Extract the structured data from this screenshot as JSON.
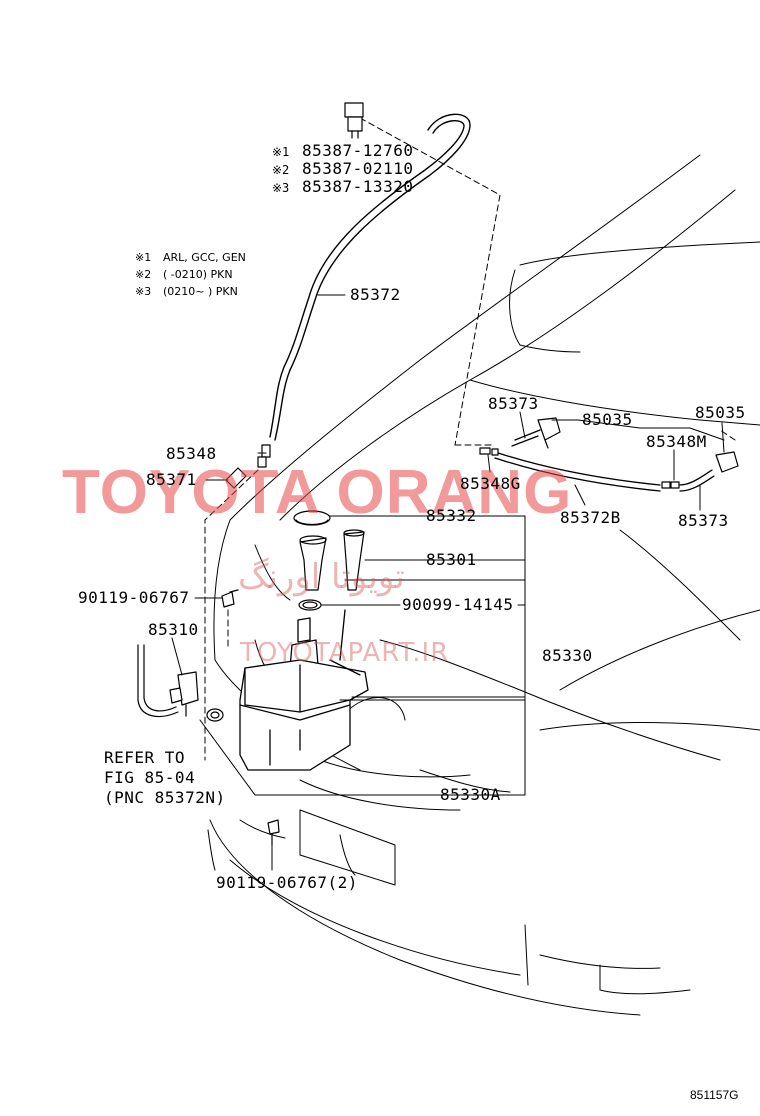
{
  "hose_variants": [
    {
      "mark": "※1",
      "part": "85387-12760"
    },
    {
      "mark": "※2",
      "part": "85387-02110"
    },
    {
      "mark": "※3",
      "part": "85387-13320"
    }
  ],
  "variant_notes": [
    {
      "mark": "※1",
      "text": "ARL, GCC, GEN"
    },
    {
      "mark": "※2",
      "text": "(      -0210)  PKN"
    },
    {
      "mark": "※3",
      "text": "(0210~      )  PKN"
    }
  ],
  "parts": {
    "p85372": "85372",
    "p85348": "85348",
    "p85371": "85371",
    "p85373a": "85373",
    "p85035a": "85035",
    "p85035b": "85035",
    "p85348m": "85348M",
    "p85348g": "85348G",
    "p85372b": "85372B",
    "p85373b": "85373",
    "p85332": "85332",
    "p85301": "85301",
    "p90099": "90099-14145",
    "p90119a": "90119-06767",
    "p85310": "85310",
    "p85330": "85330",
    "p85330a": "85330A",
    "p90119b": "90119-06767(2)"
  },
  "refer": {
    "line1": "REFER TO",
    "line2": "FIG 85-04",
    "line3": "(PNC 85372N)"
  },
  "watermark": {
    "brand": "TOYOTA ORANG",
    "arabic": "تويوتا اورنگ",
    "site": "TOYOTAPART.IR"
  },
  "figure_code": "851157G"
}
